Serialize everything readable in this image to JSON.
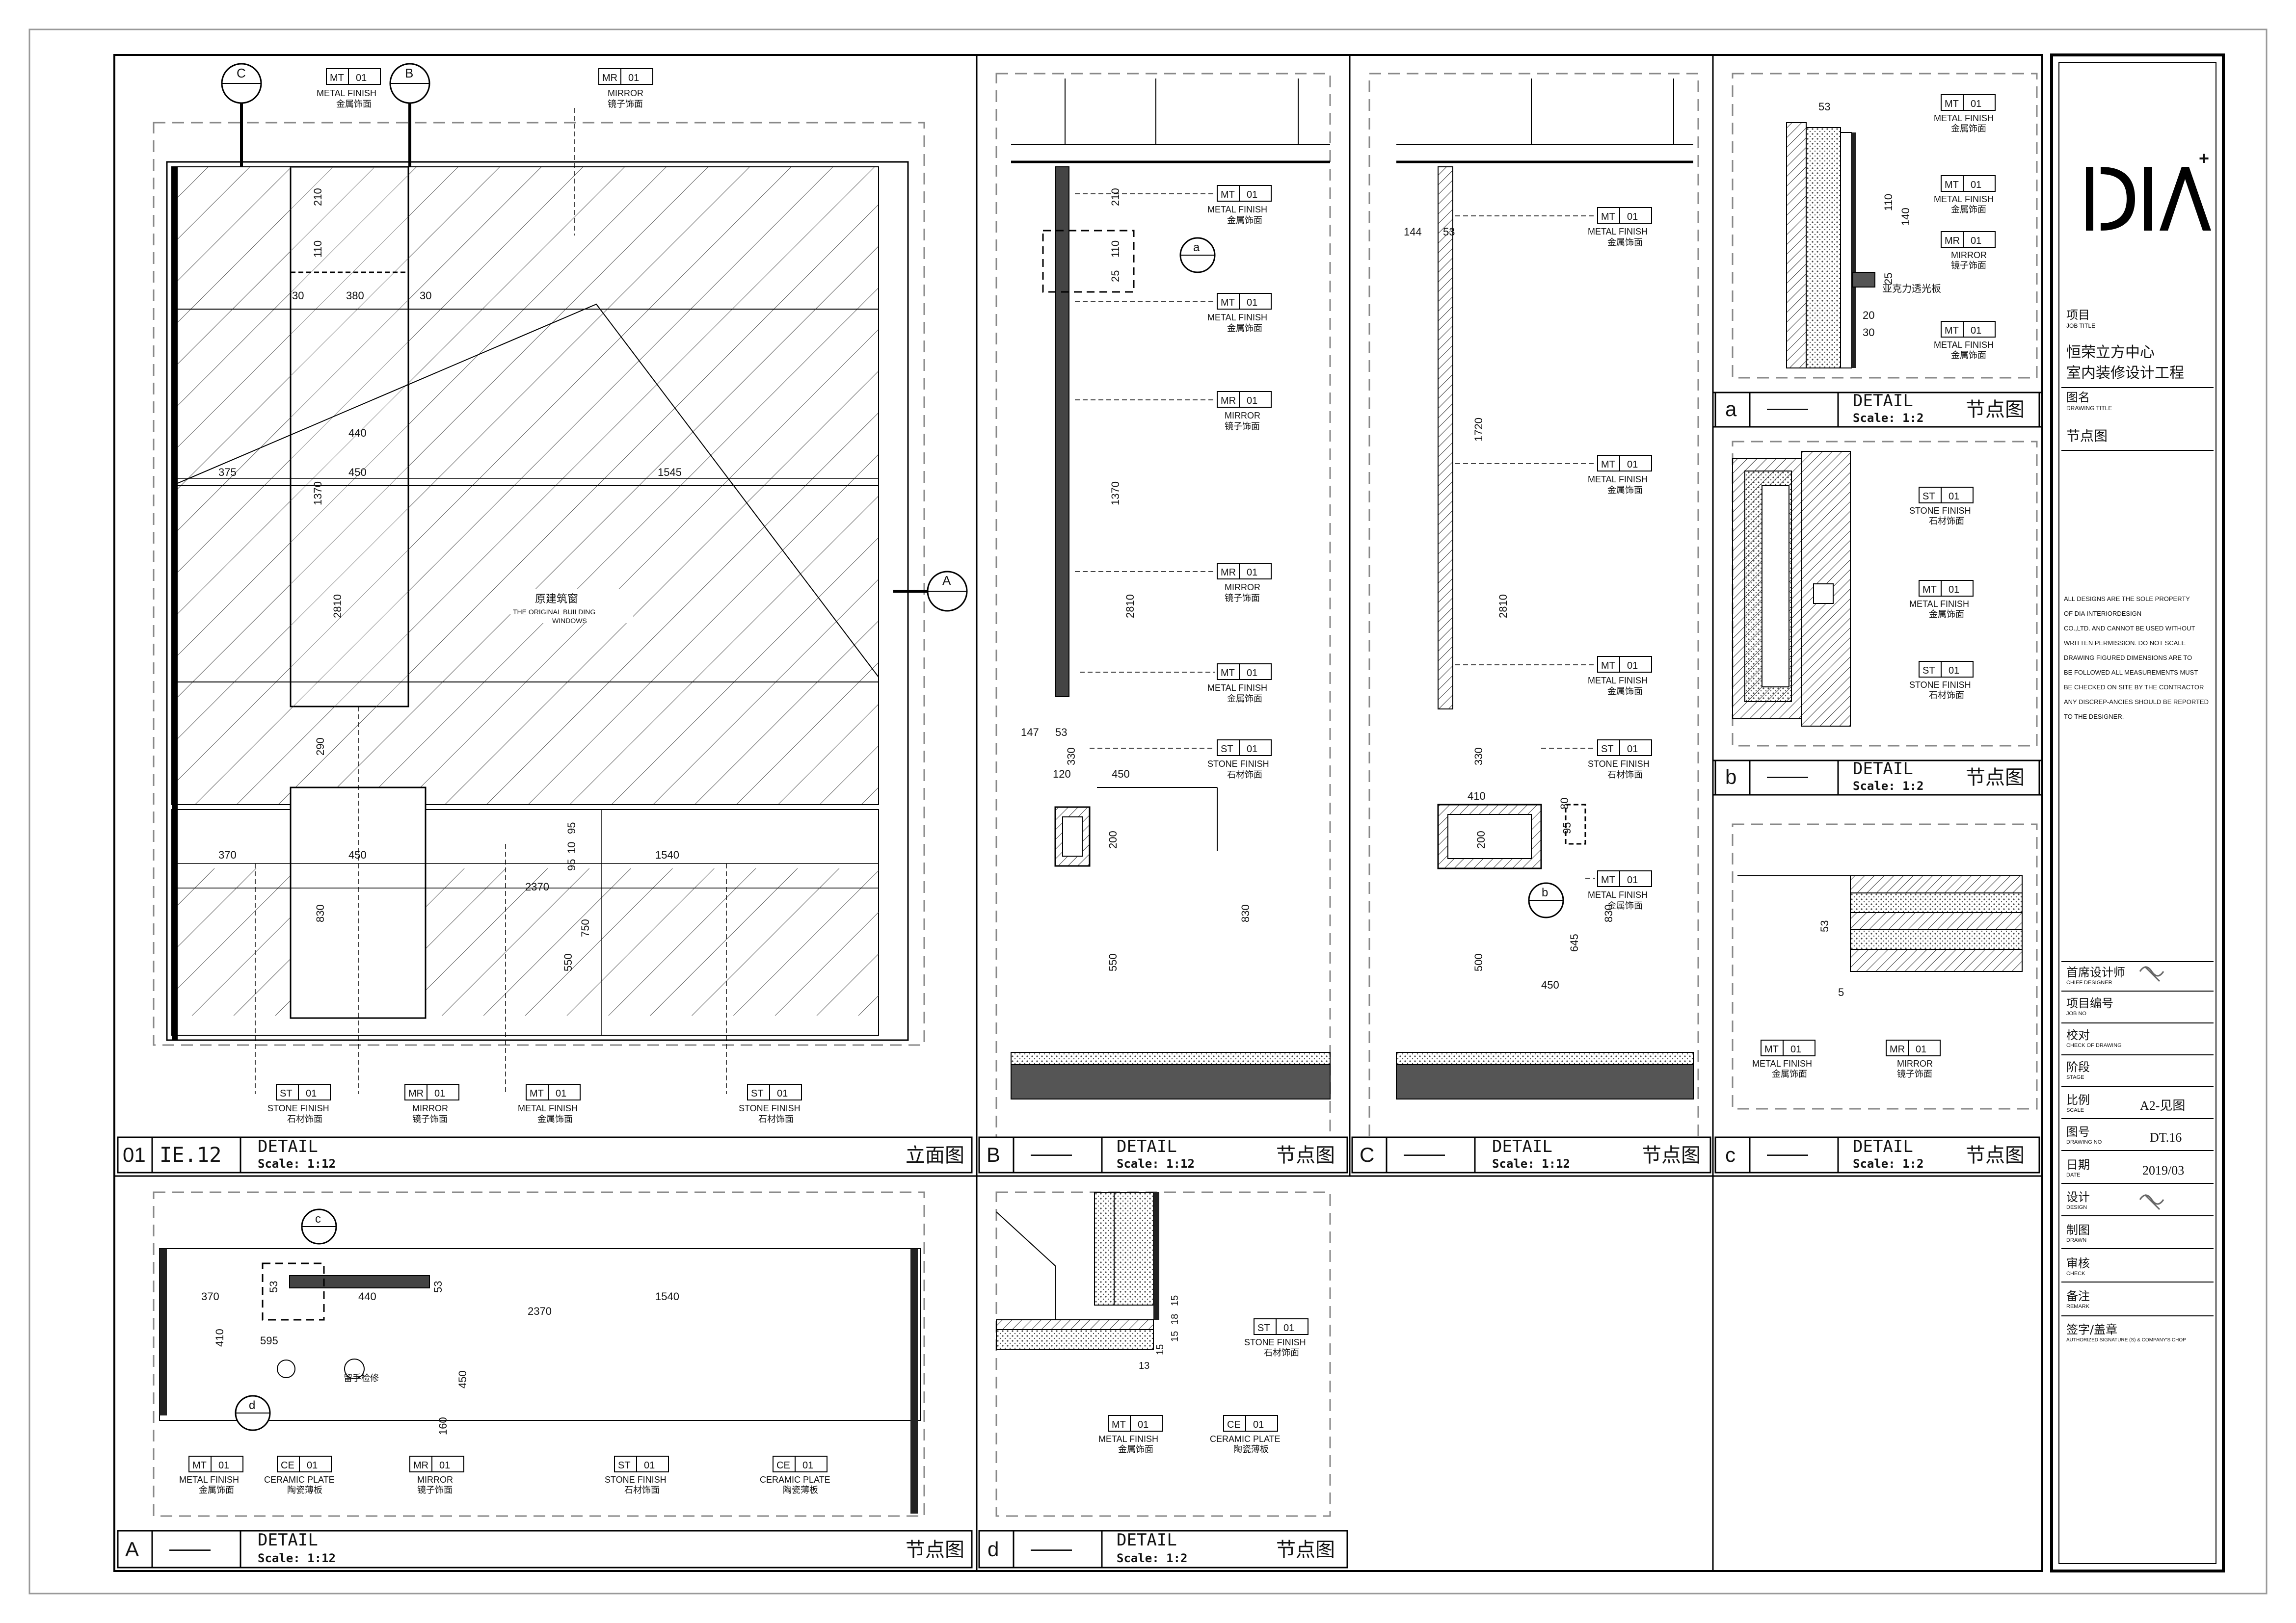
{
  "title_block": {
    "logo_text": "DIA",
    "logo_plus": "+",
    "job_title_label": "项目",
    "job_title_label_en": "JOB TITLE",
    "project_line1": "恒荣立方中心",
    "project_line2": "室内装修设计工程",
    "drawing_title_label": "图名",
    "drawing_title_label_en": "DRAWING TITLE",
    "drawing_title": "节点图",
    "notice_lines": [
      "ALL DESIGNS ARE THE SOLE PROPERTY",
      "OF DIA INTERIORDESIGN",
      "CO.,LTD. AND CANNOT BE USED WITHOUT",
      "WRITTEN PERMISSION. DO NOT SCALE",
      "DRAWING FIGURED DIMENSIONS ARE TO",
      "BE FOLLOWED ALL MEASUREMENTS MUST",
      "BE CHECKED ON SITE BY THE CONTRACTOR",
      "ANY DISCREP-ANCIES SHOULD BE REPORTED",
      "TO THE DESIGNER."
    ],
    "rows": [
      {
        "label": "首席设计师",
        "label_en": "CHIEF DESIGNER",
        "value": ""
      },
      {
        "label": "项目编号",
        "label_en": "JOB NO",
        "value": ""
      },
      {
        "label": "校对",
        "label_en": "CHECK OF DRAWING",
        "value": ""
      },
      {
        "label": "阶段",
        "label_en": "STAGE",
        "value": ""
      },
      {
        "label": "比例",
        "label_en": "SCALE",
        "value": "A2-见图"
      },
      {
        "label": "图号",
        "label_en": "DRAWING NO",
        "value": "DT.16"
      },
      {
        "label": "日期",
        "label_en": "DATE",
        "value": "2019/03"
      },
      {
        "label": "设计",
        "label_en": "DESIGN",
        "value": ""
      },
      {
        "label": "制图",
        "label_en": "DRAWN",
        "value": ""
      },
      {
        "label": "审核",
        "label_en": "CHECK",
        "value": ""
      },
      {
        "label": "备注",
        "label_en": "REMARK",
        "value": ""
      },
      {
        "label": "签字/盖章",
        "label_en": "AUTHORIZED SIGNATURE (S) & COMPANY'S CHOP",
        "value": ""
      }
    ]
  },
  "panels": [
    {
      "id": "01",
      "ref": "IE.12",
      "title": "DETAIL",
      "scale": "Scale: 1:12",
      "label": "立面图"
    },
    {
      "id": "B",
      "ref": "——",
      "title": "DETAIL",
      "scale": "Scale: 1:12",
      "label": "节点图"
    },
    {
      "id": "C",
      "ref": "——",
      "title": "DETAIL",
      "scale": "Scale: 1:12",
      "label": "节点图"
    },
    {
      "id": "c",
      "ref": "——",
      "title": "DETAIL",
      "scale": "Scale: 1:2",
      "label": "节点图"
    },
    {
      "id": "a",
      "ref": "——",
      "title": "DETAIL",
      "scale": "Scale: 1:2",
      "label": "节点图"
    },
    {
      "id": "b",
      "ref": "——",
      "title": "DETAIL",
      "scale": "Scale: 1:2",
      "label": "节点图"
    },
    {
      "id": "A",
      "ref": "——",
      "title": "DETAIL",
      "scale": "Scale: 1:12",
      "label": "节点图"
    },
    {
      "id": "d",
      "ref": "——",
      "title": "DETAIL",
      "scale": "Scale: 1:2",
      "label": "节点图"
    }
  ],
  "materials": {
    "mt": {
      "code": "MT",
      "num": "01",
      "en": "METAL FINISH",
      "cn": "金属饰面"
    },
    "mr": {
      "code": "MR",
      "num": "01",
      "en": "MIRROR",
      "cn": "镜子饰面"
    },
    "st": {
      "code": "ST",
      "num": "01",
      "en": "STONE FINISH",
      "cn": "石材饰面"
    },
    "ce": {
      "code": "CE",
      "num": "01",
      "en": "CERAMIC PLATE",
      "cn": "陶瓷薄板"
    }
  },
  "elevation": {
    "window_cn": "原建筑窗",
    "window_en1": "THE ORIGINAL BUILDING",
    "window_en2": "WINDOWS",
    "dims": [
      "210",
      "110",
      "30",
      "380",
      "30",
      "440",
      "375",
      "450",
      "1545",
      "1370",
      "2810",
      "290",
      "370",
      "450",
      "1540",
      "2370",
      "830",
      "750",
      "550",
      "95",
      "10",
      "95"
    ]
  },
  "detail_B": {
    "dims": [
      "210",
      "110",
      "25",
      "1370",
      "2810",
      "147",
      "53",
      "330",
      "120",
      "450",
      "200",
      "550",
      "830"
    ]
  },
  "detail_C": {
    "dims": [
      "144",
      "53",
      "1720",
      "2810",
      "330",
      "410",
      "80",
      "200",
      "95",
      "500",
      "645",
      "830",
      "450"
    ]
  },
  "detail_a": {
    "dims": [
      "53",
      "110",
      "140",
      "25",
      "20",
      "30"
    ],
    "note": "亚克力透光板"
  },
  "detail_c": {
    "dims": [
      "53",
      "5"
    ]
  },
  "detail_A": {
    "dims": [
      "370",
      "440",
      "2370",
      "1540",
      "53",
      "53",
      "410",
      "595",
      "450",
      "160"
    ],
    "note": "留手检修"
  },
  "detail_d": {
    "dims": [
      "15",
      "18",
      "15",
      "15",
      "13"
    ]
  },
  "callouts": {
    "C": "C",
    "B": "B",
    "A": "A",
    "a": "a",
    "b": "b",
    "c": "c",
    "d": "d"
  }
}
